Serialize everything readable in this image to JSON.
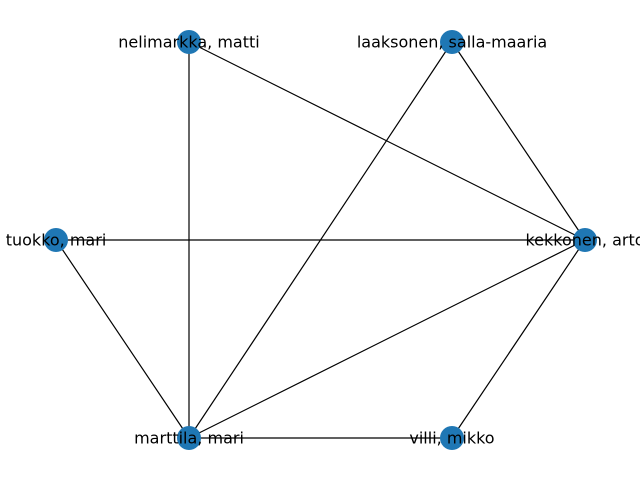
{
  "graph": {
    "node_color": "#1f77b4",
    "edge_color": "#000000",
    "nodes": [
      {
        "id": "nelimarkka",
        "label": "nelimarkka, matti"
      },
      {
        "id": "laaksonen",
        "label": "laaksonen, salla-maaria"
      },
      {
        "id": "tuokko",
        "label": "tuokko, mari"
      },
      {
        "id": "kekkonen",
        "label": "kekkonen, arto"
      },
      {
        "id": "marttila",
        "label": "marttila, mari"
      },
      {
        "id": "villi",
        "label": "villi, mikko"
      }
    ],
    "edges": [
      [
        "nelimarkka",
        "kekkonen"
      ],
      [
        "nelimarkka",
        "marttila"
      ],
      [
        "laaksonen",
        "kekkonen"
      ],
      [
        "laaksonen",
        "marttila"
      ],
      [
        "tuokko",
        "kekkonen"
      ],
      [
        "tuokko",
        "marttila"
      ],
      [
        "kekkonen",
        "marttila"
      ],
      [
        "kekkonen",
        "villi"
      ],
      [
        "marttila",
        "villi"
      ]
    ]
  }
}
